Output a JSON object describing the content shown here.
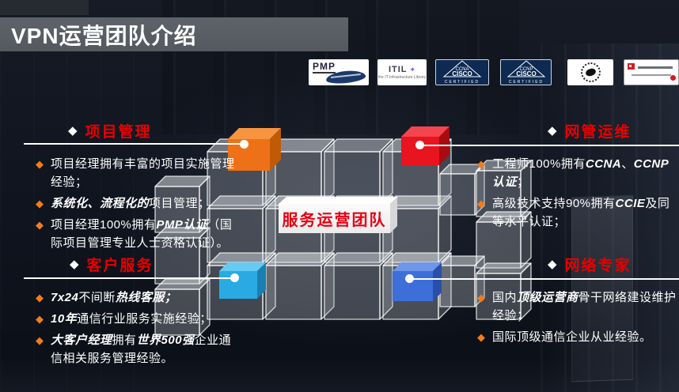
{
  "slide_title": "VPN运营团队介绍",
  "center_label": "服务运营团队",
  "badges": [
    {
      "type": "pmp",
      "label": "PMP"
    },
    {
      "type": "itil",
      "label": "ITIL",
      "sub": "the IT Infrastructure Library"
    },
    {
      "type": "cisco",
      "label": "CCNA",
      "brand": "CISCO",
      "sub": "CERTIFIED"
    },
    {
      "type": "cisco",
      "label": "CCNP",
      "brand": "CISCO",
      "sub": "CERTIFIED"
    },
    {
      "type": "seal",
      "label": ""
    },
    {
      "type": "cert",
      "label": ""
    }
  ],
  "sections": [
    {
      "id": "project-management",
      "title": "项目管理",
      "bullets": [
        [
          {
            "t": "项目经理拥有丰富的项目实施管理经验；"
          }
        ],
        [
          {
            "t": "系统化、流程化的",
            "em": true
          },
          {
            "t": "项目管理；"
          }
        ],
        [
          {
            "t": "项目经理100%拥有"
          },
          {
            "t": "PMP认证",
            "em": true
          },
          {
            "t": "（国际项目管理专业人士资格认证）。"
          }
        ]
      ]
    },
    {
      "id": "network-operations",
      "title": "网管运维",
      "bullets": [
        [
          {
            "t": "工程师100%拥有"
          },
          {
            "t": "CCNA",
            "em": true
          },
          {
            "t": "、"
          },
          {
            "t": "CCNP认证",
            "em": true
          },
          {
            "t": "；"
          }
        ],
        [
          {
            "t": "高级技术支持90%拥有"
          },
          {
            "t": "CCIE",
            "em": true
          },
          {
            "t": "及同等水平认证；"
          }
        ]
      ]
    },
    {
      "id": "customer-service",
      "title": "客户服务",
      "bullets": [
        [
          {
            "t": "7x24",
            "em": true
          },
          {
            "t": "不间断"
          },
          {
            "t": "热线客服；",
            "em": true
          }
        ],
        [
          {
            "t": "10年",
            "em": true
          },
          {
            "t": "通信行业服务实施经验；"
          }
        ],
        [
          {
            "t": "大客户经理",
            "em": true
          },
          {
            "t": "拥有"
          },
          {
            "t": "世界500强",
            "em": true
          },
          {
            "t": "企业通信相关服务管理经验。"
          }
        ]
      ]
    },
    {
      "id": "network-experts",
      "title": "网络专家",
      "bullets": [
        [
          {
            "t": "国内"
          },
          {
            "t": "顶级运营商",
            "em": true
          },
          {
            "t": "骨干网络建设维护经验；"
          }
        ],
        [
          {
            "t": "国际顶级通信企业从业经验。"
          }
        ]
      ]
    }
  ],
  "colors": {
    "heading_red": "#e60000",
    "bullet_orange": "#f07d1a",
    "label_red": "#e60012",
    "title_bar_gray": "#55595f",
    "cube_orange": {
      "front": "#ee7118",
      "top": "#f79440",
      "side": "#c05a06"
    },
    "cube_red": {
      "front": "#e8141f",
      "top": "#f4454e",
      "side": "#a90b12"
    },
    "cube_cyan": {
      "front": "#29aae3",
      "top": "#66cbf2",
      "side": "#1a7fb0"
    },
    "cube_blue": {
      "front": "#3d6fd9",
      "top": "#6e97ea",
      "side": "#2a4fa8"
    }
  }
}
